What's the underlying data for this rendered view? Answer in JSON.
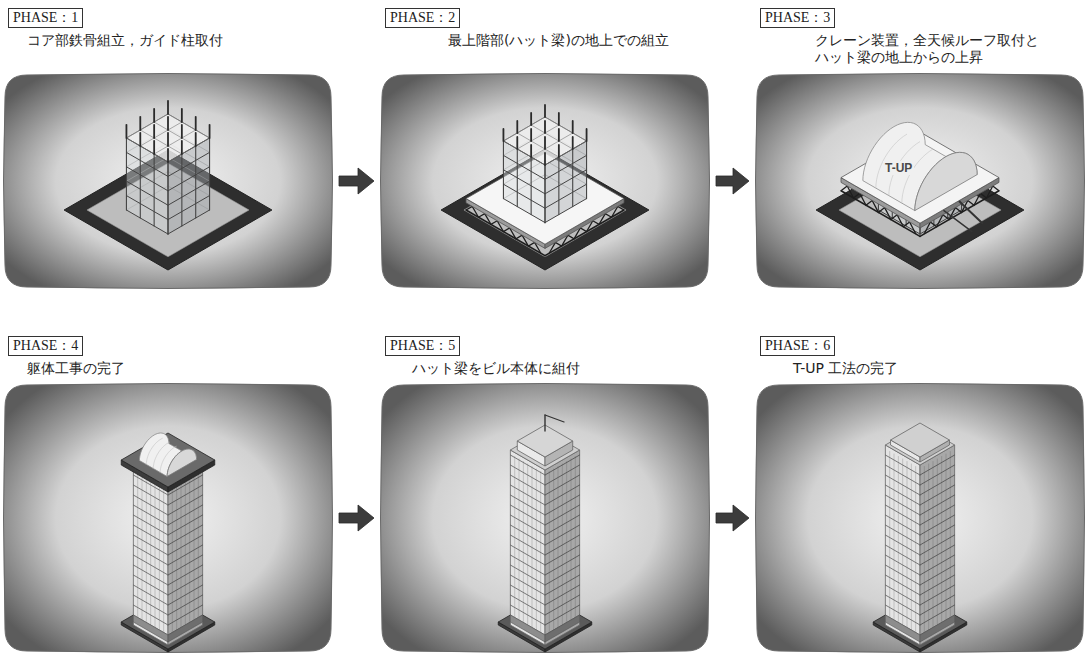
{
  "diagram": {
    "nodes": [
      {
        "text": [
          "PHASE：1",
          "コア部鉄骨組立，ガイド柱取付"
        ]
      },
      {
        "text": [
          "PHASE：2",
          "最上階部(ハット梁)の地上での組立"
        ]
      },
      {
        "text": [
          "PHASE：3",
          "クレーン装置，全天候ルーフ取付と ハット梁の地上からの上昇"
        ]
      },
      {
        "text": [
          "PHASE：4",
          "躯体工事の完了"
        ]
      },
      {
        "text": [
          "PHASE：5",
          "ハット梁をビル本体に組付"
        ]
      },
      {
        "text": [
          "PHASE：6",
          "T-UP 工法の完了"
        ]
      }
    ],
    "edges": [
      {
        "from": 0,
        "to": 1,
        "arrow": "to"
      },
      {
        "from": 1,
        "to": 2,
        "arrow": "to"
      },
      {
        "from": 3,
        "to": 4,
        "arrow": "to"
      },
      {
        "from": 4,
        "to": 5,
        "arrow": "to"
      }
    ],
    "labels": [
      "T-UP"
    ]
  }
}
